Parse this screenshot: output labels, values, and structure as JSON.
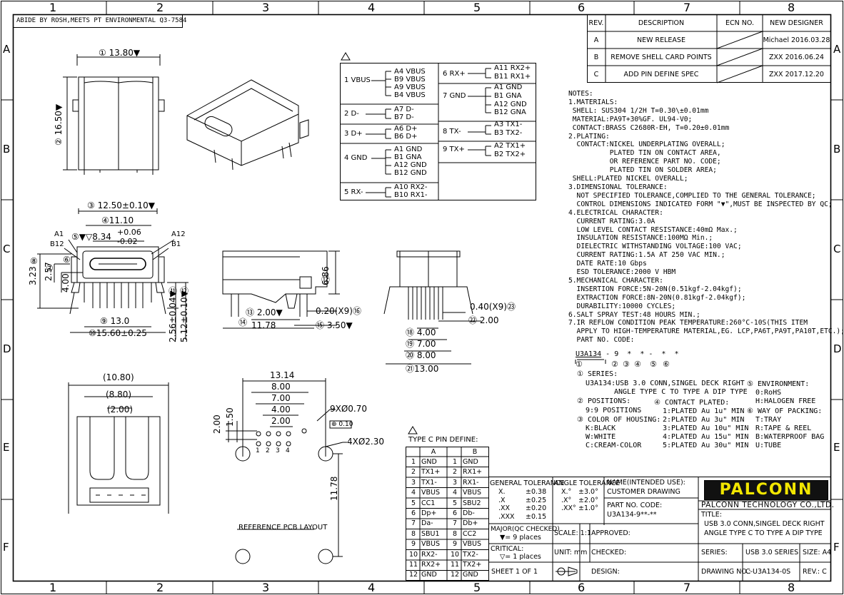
{
  "sheet": {
    "col_labels": [
      "1",
      "2",
      "3",
      "4",
      "5",
      "6",
      "7",
      "8"
    ],
    "row_labels": [
      "A",
      "B",
      "C",
      "D",
      "E",
      "F"
    ],
    "compliance_note": "ABIDE BY ROSH,MEETS PT ENVIRONMENTAL Q3-7584"
  },
  "revision_block": {
    "headers": [
      "REV.",
      "DESCRIPTION",
      "ECN NO.",
      "NEW DESIGNER"
    ],
    "rows": [
      {
        "rev": "A",
        "desc": "NEW RELEASE",
        "designer": "Michael 2016.03.28"
      },
      {
        "rev": "B",
        "desc": "REMOVE SHELL CARD POINTS",
        "designer": "ZXX 2016.06.24"
      },
      {
        "rev": "C",
        "desc": "ADD PIN DEFINE SPEC",
        "designer": "ZXX 2017.12.20"
      }
    ]
  },
  "pin_groups": {
    "left": [
      {
        "label": "1 VBUS",
        "pins": [
          "A4 VBUS",
          "B9 VBUS",
          "A9 VBUS",
          "B4 VBUS"
        ]
      },
      {
        "label": "2 D-",
        "pins": [
          "A7 D-",
          "B7 D-"
        ]
      },
      {
        "label": "3 D+",
        "pins": [
          "A6 D+",
          "B6 D+"
        ]
      },
      {
        "label": "4 GND",
        "pins": [
          "A1 GND",
          "B1 GNA",
          "A12 GND",
          "B12 GND"
        ]
      },
      {
        "label": "5 RX-",
        "pins": [
          "A10 RX2-",
          "B10 RX1-"
        ]
      }
    ],
    "right": [
      {
        "label": "6 RX+",
        "pins": [
          "A11 RX2+",
          "B11 RX1+"
        ]
      },
      {
        "label": "7 GND",
        "pins": [
          "A1 GND",
          "B1 GNA",
          "A12 GND",
          "B12 GNA"
        ]
      },
      {
        "label": "8 TX-",
        "pins": [
          "A3 TX1-",
          "B3 TX2-"
        ]
      },
      {
        "label": "9 TX+",
        "pins": [
          "A2 TX1+",
          "B2 TX2+"
        ]
      }
    ]
  },
  "notes": [
    "NOTES:",
    "1.MATERIALS:",
    " SHELL: SUS304 1/2H T=0.30\\±0.01mm",
    " MATERIAL:PA9T+30%GF. UL94-V0;",
    " CONTACT:BRASS C2680R-EH, T=0.20±0.01mm",
    "2.PLATING:",
    "  CONTACT:NICKEL UNDERPLATING OVERALL;",
    "          PLATED TIN ON CONTACT AREA,",
    "          OR REFERENCE PART NO. CODE;",
    "          PLATED TIN ON SOLDER AREA;",
    " SHELL:PLATED NICKEL OVERALL;",
    "3.DIMENSIONAL TOLERANCE:",
    "  NOT SPECIFIED TOLERANCE,COMPLIED TO THE GENERAL TOLERANCE;",
    "  CONTROL DIMENSIONS INDICATED FORM \"▼\",MUST BE INSPECTED BY QC;",
    "4.ELECTRICAL CHARACTER:",
    "  CURRENT RATING:3.0A",
    "  LOW LEVEL CONTACT RESISTANCE:40mΩ Max.;",
    "  INSULATION RESISTANCE:100MΩ Min.;",
    "  DIELECTRIC WITHSTANDING VOLTAGE:100 VAC;",
    "  CURRENT RATING:1.5A AT 250 VAC MIN.;",
    "  DATE RATE:10 Gbps",
    "  ESD TOLERANCE:2000 V HBM",
    "5.MECHANICAL CHARACTER:",
    "  INSERTION FORCE:5N-20N(0.51kgf-2.04kgf);",
    "  EXTRACTION FORCE:8N-20N(0.81kgf-2.04kgf);",
    "  DURABILITY:10000 CYCLES;",
    "6.SALT SPRAY TEST:48 HOURS MIN.;",
    "7.IR REFLOW CONDITION PEAK TEMPERATURE:260°C-10S(THIS ITEM",
    "  APPLY TO HIGH-TEMPERATURE MATERIAL,EG. LCP,PA6T,PA9T,PA10T,ETC.);",
    "  PART NO. CODE:"
  ],
  "part_code": {
    "base": "U3A134",
    "pattern": "- 9  *  * -  *  *",
    "markers": [
      "①",
      "②",
      "③",
      "④",
      "⑤",
      "⑥"
    ]
  },
  "options": {
    "series_title": "① SERIES:",
    "series_text_1": "U3A134:USB 3.0 CONN,SINGEL DECK RIGHT",
    "series_text_2": "ANGLE TYPE C TO TYPE A DIP TYPE",
    "positions_title": "② POSITIONS:",
    "positions_text": "9:9 POSITIONS",
    "housing_title": "③ COLOR OF HOUSING:",
    "housing_items": [
      "K:BLACK",
      "W:WHITE",
      "C:CREAM-COLOR"
    ],
    "plated_title": "④ CONTACT PLATED:",
    "plated_items": [
      "1:PLATED Au 1u\" MIN",
      "2:PLATED Au 3u\" MIN",
      "3:PLATED Au 10u\" MIN",
      "4:PLATED Au 15u\" MIN",
      "5:PLATED Au 30u\" MIN"
    ],
    "env_title": "⑤ ENVIRONMENT:",
    "env_items": [
      "0:RoHS",
      "H:HALOGEN FREE"
    ],
    "pack_title": "⑥ WAY OF PACKING:",
    "pack_items": [
      "T:TRAY",
      "R:TAPE & REEL",
      "B:WATERPROOF BAG",
      "U:TUBE"
    ]
  },
  "pin_define": {
    "title": "TYPE C PIN DEFINE:",
    "col_a": "A",
    "col_b": "B",
    "rows": [
      [
        "1",
        "GND",
        "1",
        "GND"
      ],
      [
        "2",
        "TX1+",
        "2",
        "RX1+"
      ],
      [
        "3",
        "TX1-",
        "3",
        "RX1-"
      ],
      [
        "4",
        "VBUS",
        "4",
        "VBUS"
      ],
      [
        "5",
        "CC1",
        "5",
        "SBU2"
      ],
      [
        "6",
        "Dp+",
        "6",
        "Db-"
      ],
      [
        "7",
        "Da-",
        "7",
        "Db+"
      ],
      [
        "8",
        "SBU1",
        "8",
        "CC2"
      ],
      [
        "9",
        "VBUS",
        "9",
        "VBUS"
      ],
      [
        "10",
        "RX2-",
        "10",
        "TX2-"
      ],
      [
        "11",
        "RX2+",
        "11",
        "TX2+"
      ],
      [
        "12",
        "GND",
        "12",
        "GND"
      ]
    ]
  },
  "title_block": {
    "gen_tol_title": "GENERAL TOLERANCE",
    "gen_tol": [
      [
        "X.",
        "±0.38"
      ],
      [
        ".X",
        "±0.25"
      ],
      [
        ".XX",
        "±0.20"
      ],
      [
        ".XXX",
        "±0.15"
      ]
    ],
    "ang_tol_title": "ANGLE TOLERANCE",
    "ang_tol": [
      [
        "X.°",
        "±3.0°"
      ],
      [
        ".X°",
        "±2.0°"
      ],
      [
        ".XX°",
        "±1.0°"
      ]
    ],
    "name_label": "NAME(INTENDED USE):",
    "name_value": "CUSTOMER DRAWING",
    "partno_label": "PART NO. CODE:",
    "partno_value": "U3A134-9**-**",
    "company_logo": "PALCONN",
    "company_name": "PALCONN TECHNOLOGY CO.,LTD.",
    "title_label": "TITLE:",
    "title_line1": "USB 3.0 CONN,SINGEL DECK RIGHT",
    "title_line2": "ANGLE TYPE C TO TYPE A DIP TYPE",
    "major_label": "MAJOR(QC CHECKED)",
    "major_value": "▼= 9 places",
    "critical_label": "CRITICAL:",
    "critical_value": "▽= 1 places",
    "scale_label": "SCALE: 1:1",
    "approved_label": "APPROVED:",
    "unit_label": "UNIT: mm",
    "checked_label": "CHECKED:",
    "sheet_label": "SHEET 1 OF 1",
    "design_label": "DESIGN:",
    "series_label": "SERIES:",
    "series_value": "USB 3.0 SERIES",
    "size_label": "SIZE: A4",
    "drawing_label": "DRAWING NO.:",
    "drawing_value": "C-U3A134-0S",
    "rev_label": "REV.: C"
  },
  "dims": {
    "top_width": "① 13.80▼",
    "top_height": "② 16.50▼",
    "front_w1": "③ 12.50±0.10▼",
    "front_w2": "④11.10",
    "front_w3": "⑤▼▽8.34",
    "front_tol_plus": "+0.06",
    "front_tol_minus": "-0.02",
    "a1": "A1",
    "b12": "B12",
    "a12": "A12",
    "b1": "B1",
    "d323": "3.23",
    "d8": "⑧",
    "d257": "2.57",
    "d7": "⑦",
    "d6": "⑥",
    "d400v": "4.00",
    "d9": "⑨ 13.0",
    "d10": "⑩15.60±0.25",
    "d11": "⑪",
    "d12": "⑫",
    "d256": "2.56±0.04▼",
    "d512": "5.12±0.10▼",
    "side_686": "6.86",
    "side_17": "⑰",
    "side_13": "⑬ 2.00▼",
    "side_14": "⑭",
    "side_1178": "11.78",
    "side_020": "0.20(X9)⑯",
    "side_15": "⑮ 3.50▼",
    "rear_040": "0.40(X9)㉓",
    "rear_22": "㉒ 2.00",
    "rear_18": "⑱ 4.00",
    "rear_19": "⑲ 7.00",
    "rear_20": "⑳ 8.00",
    "rear_21": "㉑13.00",
    "bot_1080": "(10.80)",
    "bot_880": "(8.80)",
    "bot_200": "(2.00)",
    "pcb_1314": "13.14",
    "pcb_800": "8.00",
    "pcb_700": "7.00",
    "pcb_400": "4.00",
    "pcb_200": "2.00",
    "pcb_200v": "2.00",
    "pcb_150v": "1.50",
    "pcb_holes": "9XØ0.70",
    "pcb_mount": "4XØ2.30",
    "pcb_tol": "⊕ 0.10",
    "pcb_1178": "11.78",
    "pcb_title": "REFERENCE PCB LAYOUT",
    "pcb_pins": [
      "1",
      "2",
      "3",
      "4"
    ]
  }
}
